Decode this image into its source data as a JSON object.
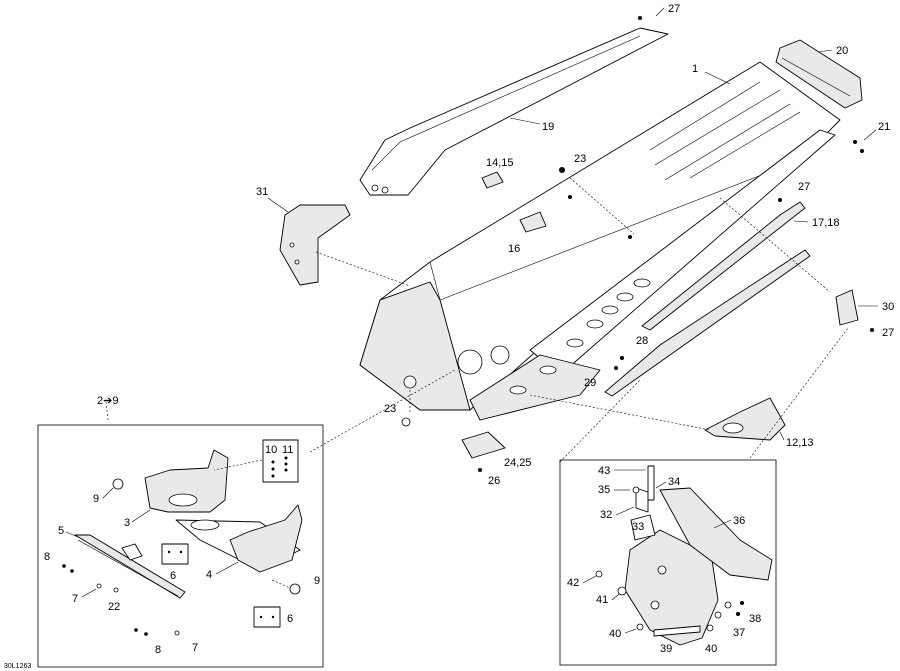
{
  "diagram": {
    "reference_code": "30L1263",
    "callouts": {
      "c1": "1",
      "c2to9": "2➔9",
      "c3": "3",
      "c4": "4",
      "c5": "5",
      "c6a": "6",
      "c6b": "6",
      "c7a": "7",
      "c7b": "7",
      "c8a": "8",
      "c8b": "8",
      "c9a": "9",
      "c9b": "9",
      "c10": "10",
      "c11": "11",
      "c12_13": "12,13",
      "c14_15": "14,15",
      "c16": "16",
      "c17_18": "17,18",
      "c19": "19",
      "c20": "20",
      "c21": "21",
      "c22": "22",
      "c23a": "23",
      "c23b": "23",
      "c24_25": "24,25",
      "c26": "26",
      "c27a": "27",
      "c27b": "27",
      "c27c": "27",
      "c28": "28",
      "c29": "29",
      "c30": "30",
      "c31": "31",
      "c32": "32",
      "c33": "33",
      "c34": "34",
      "c35": "35",
      "c36": "36",
      "c37": "37",
      "c38": "38",
      "c39": "39",
      "c40a": "40",
      "c40b": "40",
      "c41": "41",
      "c42": "42",
      "c43": "43"
    }
  }
}
